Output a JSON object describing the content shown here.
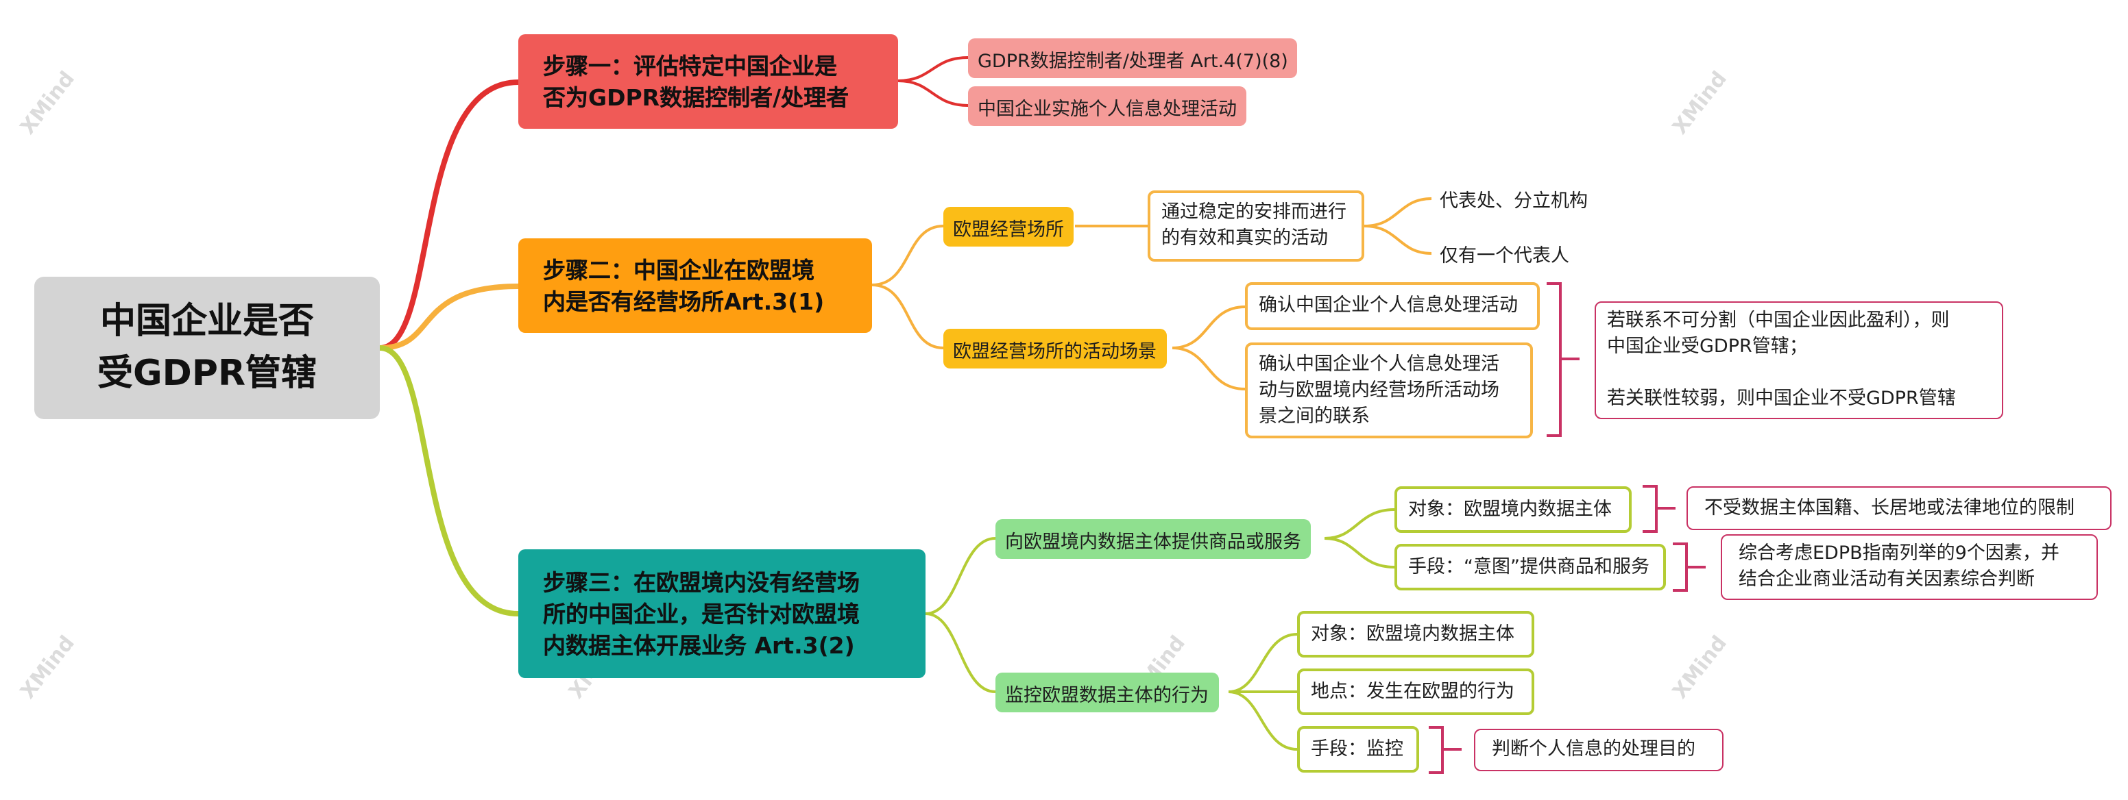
{
  "root": {
    "title": "中国企业是否\n受GDPR管辖"
  },
  "steps": [
    {
      "label": "步骤一：评估特定中国企业是\n否为GDPR数据控制者/处理者",
      "color": "#f05a57"
    },
    {
      "label": "步骤二：中国企业在欧盟境\n内是否有经营场所Art.3(1)",
      "color": "#ff9e10"
    },
    {
      "label": "步骤三：在欧盟境内没有经营场\n所的中国企业，是否针对欧盟境\n内数据主体开展业务 Art.3(2)",
      "color": "#14a59a"
    }
  ],
  "step1_children": [
    "GDPR数据控制者/处理者 Art.4(7)(8)",
    "中国企业实施个人信息处理活动"
  ],
  "step2": {
    "establishment": "欧盟经营场所",
    "establishment_def": "通过稳定的安排而进行\n的有效和真实的活动",
    "establishment_examples": [
      "代表处、分立机构",
      "仅有一个代表人"
    ],
    "scenario": "欧盟经营场所的活动场景",
    "scenario_items": [
      "确认中国企业个人信息处理活动",
      "确认中国企业个人信息处理活\n动与欧盟境内经营场所活动场\n景之间的联系"
    ],
    "scenario_result": "若联系不可分割（中国企业因此盈利），则\n中国企业受GDPR管辖；\n\n若关联性较弱，则中国企业不受GDPR管辖"
  },
  "step3": {
    "offering": "向欧盟境内数据主体提供商品或服务",
    "offering_items": [
      "对象：欧盟境内数据主体",
      "手段：“意图”提供商品和服务"
    ],
    "offering_notes": [
      "不受数据主体国籍、长居地或法律地位的限制",
      "综合考虑EDPB指南列举的9个因素，并\n结合企业商业活动有关因素综合判断"
    ],
    "monitoring": "监控欧盟数据主体的行为",
    "monitoring_items": [
      "对象：欧盟境内数据主体",
      "地点：发生在欧盟的行为",
      "手段：监控"
    ],
    "monitoring_note": "判断个人信息的处理目的"
  },
  "watermark": "XMind",
  "colors": {
    "red": "#e1302f",
    "orange": "#f7b03c",
    "lime": "#b4cc34",
    "pink": "#c93264"
  }
}
